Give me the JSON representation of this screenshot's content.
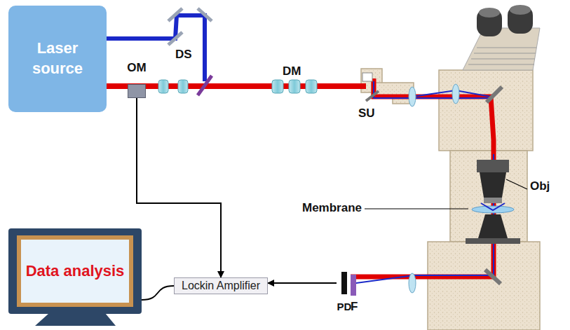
{
  "diagram": {
    "nodes": [
      {
        "text": [
          "Laser source"
        ]
      },
      {
        "text": [
          "OM"
        ]
      },
      {
        "text": [
          "Data analysis"
        ]
      },
      {
        "text": [
          "Lockin Amplifier"
        ]
      },
      {
        "text": [
          "PD"
        ]
      }
    ],
    "edges": [
      {
        "from": 1,
        "to": 3,
        "arrow": "to"
      },
      {
        "from": 4,
        "to": 3,
        "arrow": "to"
      },
      {
        "from": 2,
        "to": 3,
        "arrow": "none"
      }
    ],
    "labels": [
      "DS",
      "DM",
      "SU",
      "Obj",
      "Membrane",
      "F"
    ]
  }
}
